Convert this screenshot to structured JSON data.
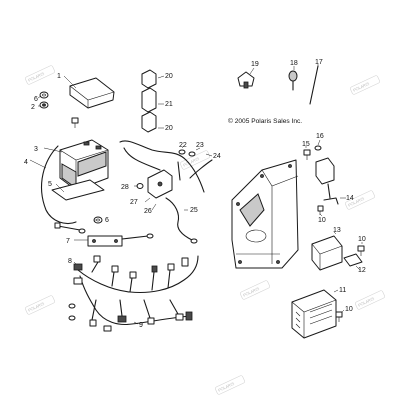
{
  "diagram": {
    "copyright": "© 2005 Polaris Sales Inc.",
    "callouts": [
      "1",
      "2",
      "3",
      "4",
      "5",
      "6",
      "7",
      "8",
      "9",
      "10",
      "10",
      "10",
      "11",
      "12",
      "13",
      "14",
      "15",
      "16",
      "17",
      "18",
      "19",
      "20",
      "20",
      "21",
      "22",
      "23",
      "24",
      "25",
      "26",
      "27",
      "28"
    ]
  }
}
